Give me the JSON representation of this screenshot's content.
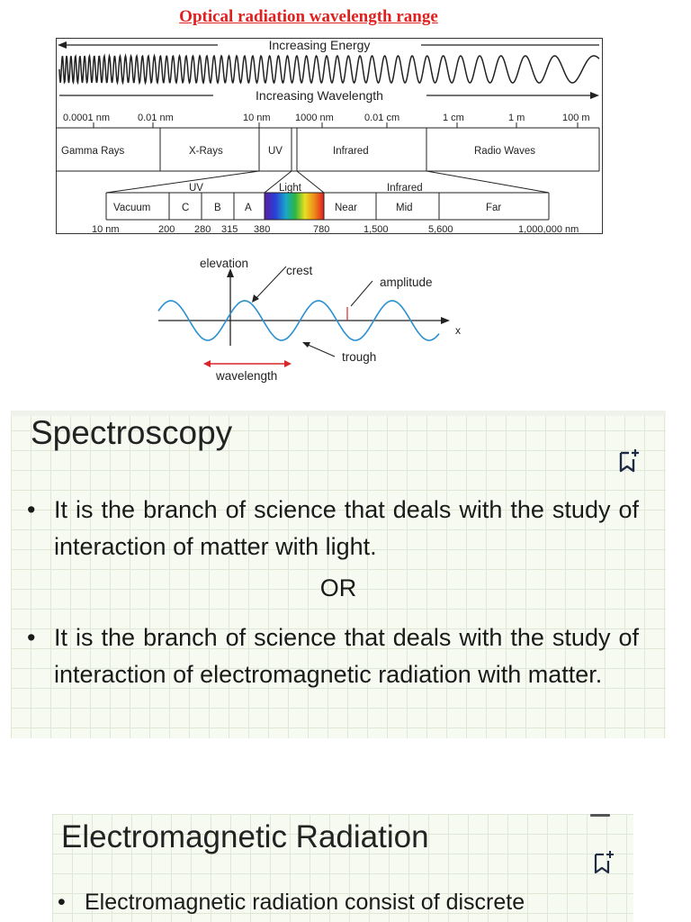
{
  "doc_title": "Optical radiation wavelength range",
  "spectrum": {
    "arrow_energy": "Increasing Energy",
    "arrow_wavelength": "Increasing Wavelength",
    "scale_top": [
      "0.0001 nm",
      "0.01 nm",
      "10 nm",
      "1000 nm",
      "0.01 cm",
      "1 cm",
      "1 m",
      "100 m"
    ],
    "bands": [
      "Gamma Rays",
      "X-Rays",
      "UV",
      "Infrared",
      "Radio Waves"
    ],
    "sub_headers": [
      "UV",
      "Light",
      "Infrared"
    ],
    "sub_bands": [
      "Vacuum",
      "C",
      "B",
      "A",
      "Near",
      "Mid",
      "Far"
    ],
    "scale_bottom": [
      "10 nm",
      "200",
      "280",
      "315",
      "380",
      "780",
      "1,500",
      "5,600",
      "1,000,000 nm"
    ]
  },
  "wave_diagram": {
    "elevation": "elevation",
    "crest": "crest",
    "amplitude": "amplitude",
    "x_axis": "x",
    "trough": "trough",
    "wavelength": "wavelength"
  },
  "slide1": {
    "title": "Spectroscopy",
    "bullet1": "It is the branch of science that deals with the study of interaction of matter with light.",
    "or": "OR",
    "bullet2": "It is the branch of science that deals with the study of interaction of electromagnetic radiation with matter.",
    "bullet_symbol": "•",
    "icon": "bookmark-add-icon"
  },
  "slide2": {
    "title": "Electromagnetic Radiation",
    "bullet1": "Electromagnetic radiation consist of discrete",
    "bullet_symbol": "•",
    "icon": "bookmark-add-icon"
  },
  "colors": {
    "title_red": "#e0201f",
    "wave_blue": "#2b8fd0",
    "wavelength_arrow": "#d9262a"
  }
}
